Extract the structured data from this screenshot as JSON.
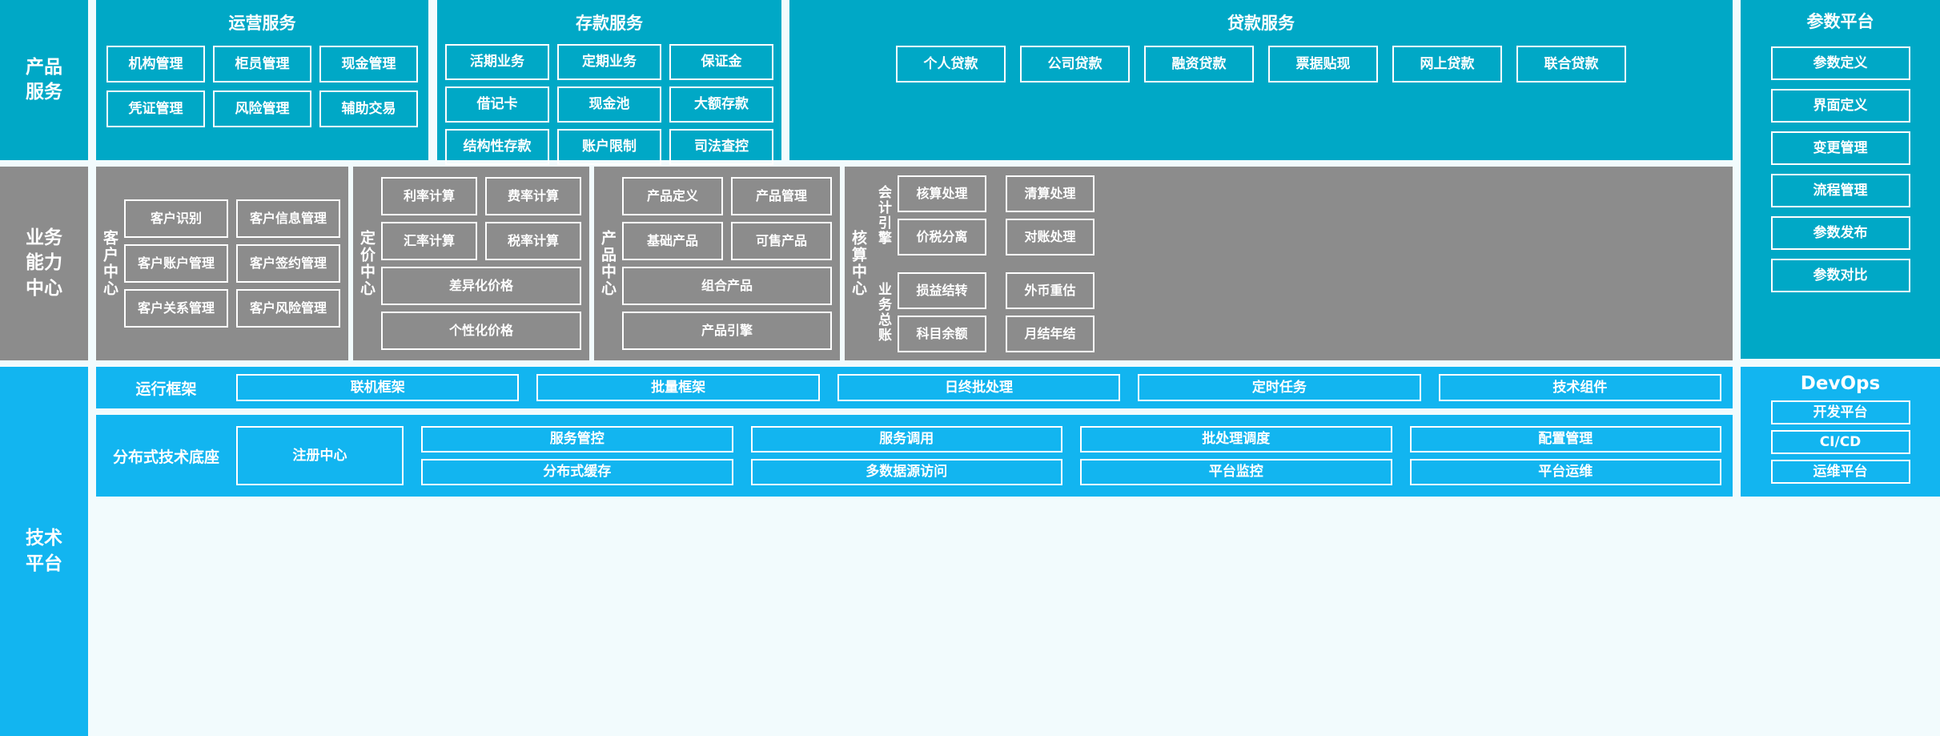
{
  "colors": {
    "teal": "#00a8c6",
    "gray": "#8c8c8c",
    "blue": "#12b5f0",
    "background": "#f2fbfd",
    "border": "#ffffff",
    "text": "#ffffff"
  },
  "rows": {
    "product_service": {
      "label": "产品\n服务",
      "panels": [
        {
          "name": "operation-services",
          "title": "运营服务",
          "tiles": [
            "机构管理",
            "柜员管理",
            "现金管理",
            "凭证管理",
            "风险管理",
            "辅助交易"
          ]
        },
        {
          "name": "deposit-services",
          "title": "存款服务",
          "tiles": [
            "活期业务",
            "定期业务",
            "保证金",
            "借记卡",
            "现金池",
            "大额存款",
            "结构性存款",
            "账户限制",
            "司法查控"
          ]
        },
        {
          "name": "loan-services",
          "title": "贷款服务",
          "tiles": [
            "个人贷款",
            "公司贷款",
            "融资贷款",
            "票据贴现",
            "网上贷款",
            "联合贷款"
          ]
        }
      ],
      "parameter_platform": {
        "title": "参数平台",
        "tiles": [
          "参数定义",
          "界面定义",
          "变更管理",
          "流程管理",
          "参数发布",
          "参数对比"
        ]
      }
    },
    "business_capability": {
      "label": "业务\n能力\n中心",
      "centers": [
        {
          "name": "customer-center",
          "label": "客户中心",
          "rows": [
            [
              "客户识别",
              "客户信息管理"
            ],
            [
              "客户账户管理",
              "客户签约管理"
            ],
            [
              "客户关系管理",
              "客户风险管理"
            ]
          ]
        },
        {
          "name": "pricing-center",
          "label": "定价中心",
          "rows": [
            [
              "利率计算",
              "费率计算"
            ],
            [
              "汇率计算",
              "税率计算"
            ],
            [
              "差异化价格"
            ],
            [
              "个性化价格"
            ]
          ]
        },
        {
          "name": "product-center",
          "label": "产品中心",
          "rows": [
            [
              "产品定义",
              "产品管理"
            ],
            [
              "基础产品",
              "可售产品"
            ],
            [
              "组合产品"
            ],
            [
              "产品引擎"
            ]
          ]
        },
        {
          "name": "accounting-center",
          "label": "核算中心",
          "groups": [
            {
              "name": "accounting-engine",
              "label": "会计引擎",
              "rows": [
                [
                  "核算处理",
                  "清算处理"
                ],
                [
                  "价税分离",
                  "对账处理"
                ]
              ]
            },
            {
              "name": "business-ledger",
              "label": "业务总账",
              "rows": [
                [
                  "损益结转",
                  "外币重估"
                ],
                [
                  "科目余额",
                  "月结年结"
                ]
              ]
            }
          ]
        }
      ]
    },
    "technical_platform": {
      "label": "技术\n平台",
      "bands": [
        {
          "name": "runtime-framework",
          "label": "运行框架",
          "tiles": [
            "联机框架",
            "批量框架",
            "日终批处理",
            "定时任务",
            "技术组件"
          ]
        },
        {
          "name": "distributed-base",
          "label": "分布式技术底座",
          "registry": "注册中心",
          "columns": [
            [
              "服务管控",
              "分布式缓存"
            ],
            [
              "服务调用",
              "多数据源访问"
            ],
            [
              "批处理调度",
              "平台监控"
            ],
            [
              "配置管理",
              "平台运维"
            ]
          ]
        }
      ],
      "devops": {
        "title": "DevOps",
        "tiles": [
          "开发平台",
          "CI/CD",
          "运维平台"
        ]
      }
    }
  }
}
